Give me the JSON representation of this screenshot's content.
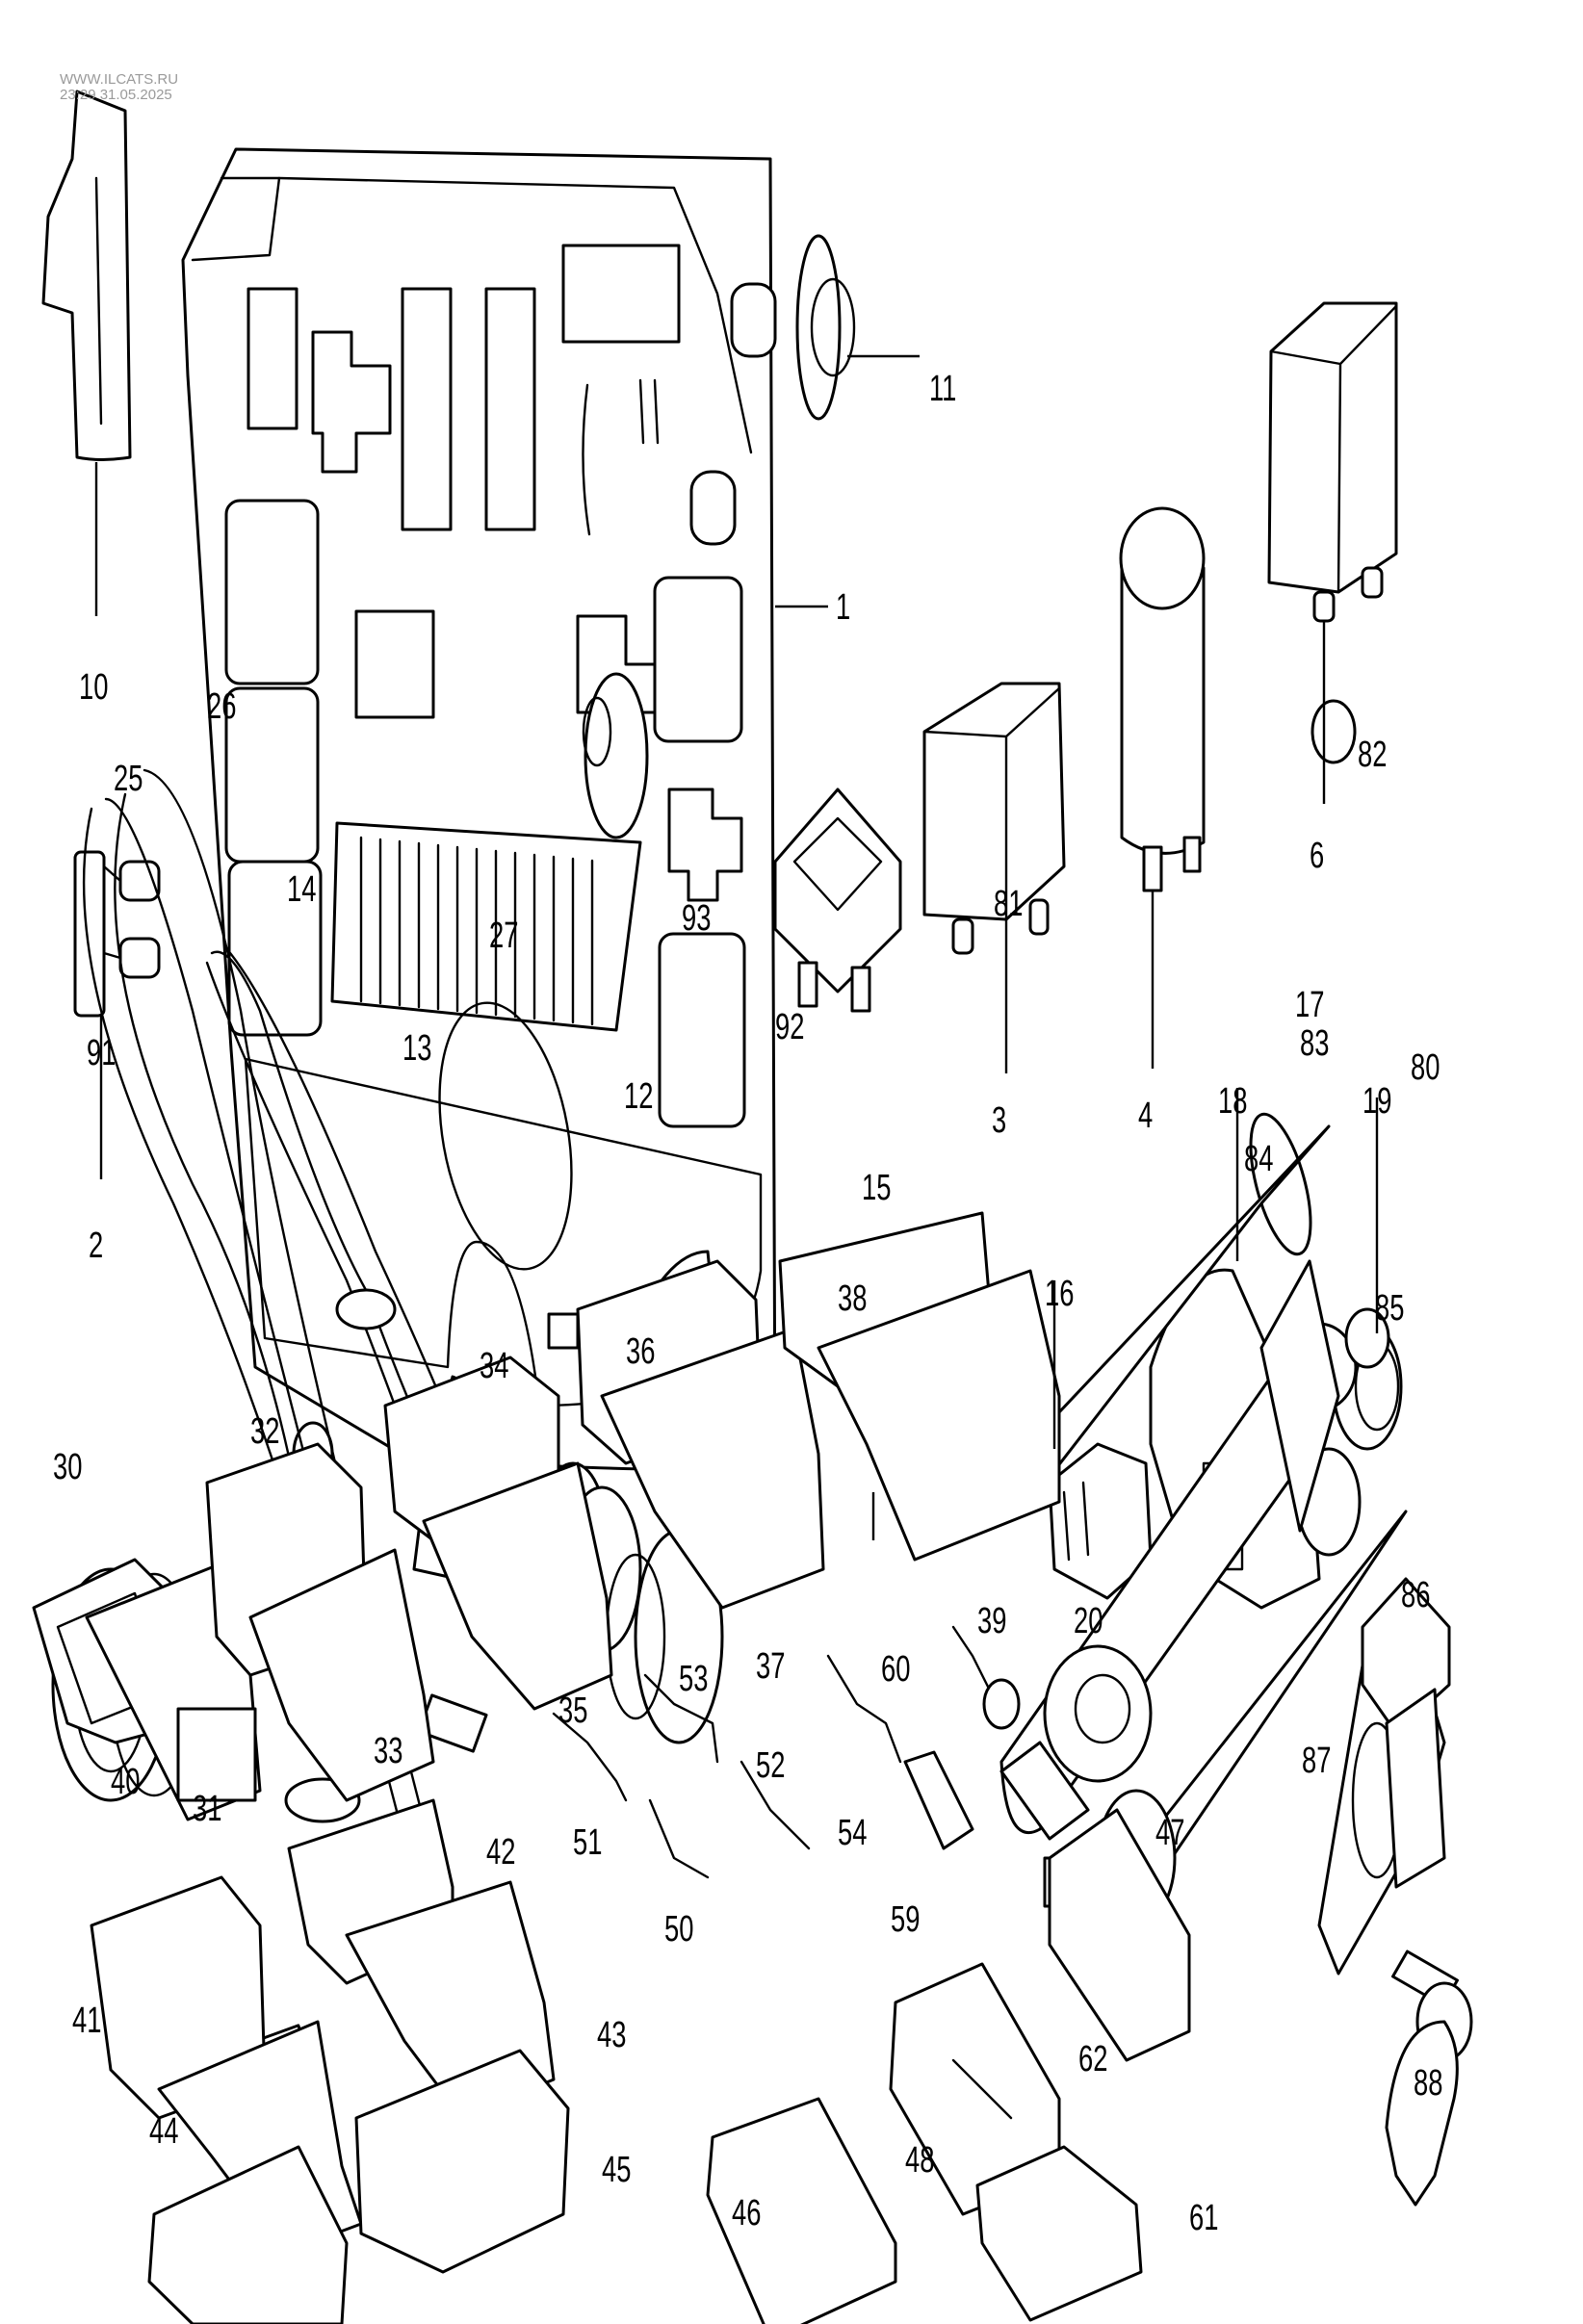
{
  "watermark": {
    "site": "WWW.ILCATS.RU",
    "timestamp": "23:29 31.05.2025"
  },
  "diagram": {
    "title": "Electrical parts exploded view",
    "callouts": [
      "1",
      "2",
      "3",
      "4",
      "6",
      "10",
      "11",
      "12",
      "13",
      "14",
      "15",
      "16",
      "17",
      "18",
      "19",
      "20",
      "25",
      "26",
      "27",
      "30",
      "31",
      "32",
      "33",
      "34",
      "35",
      "36",
      "37",
      "38",
      "39",
      "40",
      "41",
      "42",
      "43",
      "44",
      "45",
      "46",
      "47",
      "48",
      "50",
      "51",
      "52",
      "53",
      "54",
      "59",
      "60",
      "61",
      "62",
      "80",
      "81",
      "82",
      "83",
      "84",
      "85",
      "86",
      "87",
      "88",
      "91",
      "92",
      "93"
    ]
  },
  "colors": {
    "line": "#000000",
    "background": "#ffffff",
    "watermark": "#9a9a9a"
  }
}
